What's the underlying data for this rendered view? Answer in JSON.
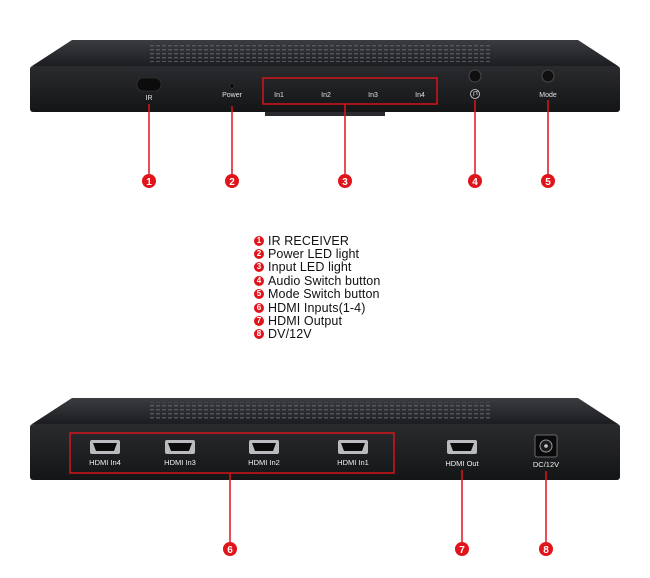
{
  "front_panel": {
    "labels": {
      "ir": "IR",
      "power": "Power",
      "in1": "In1",
      "in2": "In2",
      "in3": "In3",
      "in4": "In4",
      "mode": "Mode"
    },
    "callouts": [
      "1",
      "2",
      "3",
      "4",
      "5"
    ],
    "audio_icon": "audio-note-icon"
  },
  "legend": [
    {
      "num": "1",
      "text": "IR RECEIVER"
    },
    {
      "num": "2",
      "text": "Power LED light"
    },
    {
      "num": "3",
      "text": "Input LED light"
    },
    {
      "num": "4",
      "text": "Audio Switch button"
    },
    {
      "num": "5",
      "text": "Mode Switch button"
    },
    {
      "num": "6",
      "text": "HDMI Inputs(1-4)"
    },
    {
      "num": "7",
      "text": "HDMI Output"
    },
    {
      "num": "8",
      "text": "DV/12V"
    }
  ],
  "rear_panel": {
    "labels": {
      "hdmi_in4": "HDMI In4",
      "hdmi_in3": "HDMI In3",
      "hdmi_in2": "HDMI In2",
      "hdmi_in1": "HDMI In1",
      "hdmi_out": "HDMI Out",
      "dc": "DC/12V"
    },
    "callouts": [
      "6",
      "7",
      "8"
    ]
  },
  "colors": {
    "accent_red": "#e0141b",
    "panel_dark": "#1e1f21"
  }
}
